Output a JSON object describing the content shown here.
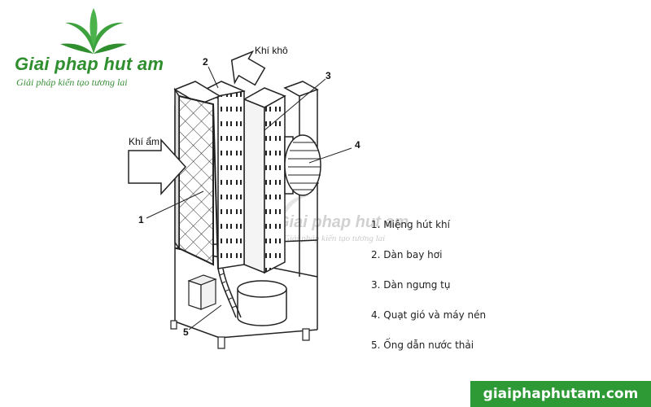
{
  "logo": {
    "title": "Giai phap hut am",
    "subtitle": "Giải pháp kiến tạo tương lai"
  },
  "diagram": {
    "airflow_out_label": "Khí khô",
    "airflow_in_label": "Khí ẩm",
    "part_numbers": [
      "1",
      "2",
      "3",
      "4",
      "5"
    ]
  },
  "legend": {
    "items": [
      "1. Miệng hút khí",
      "2. Dàn bay hơi",
      "3. Dàn ngưng tụ",
      "4. Quạt gió và máy nén",
      "5. Ống dẫn nước thải"
    ]
  },
  "watermark": {
    "title": "Giai phap hut am",
    "subtitle": "Giải pháp kiến tạo tương lai"
  },
  "website": "giaiphaphutam.com",
  "colors": {
    "brand_green": "#2e9a36",
    "line": "#222222"
  }
}
